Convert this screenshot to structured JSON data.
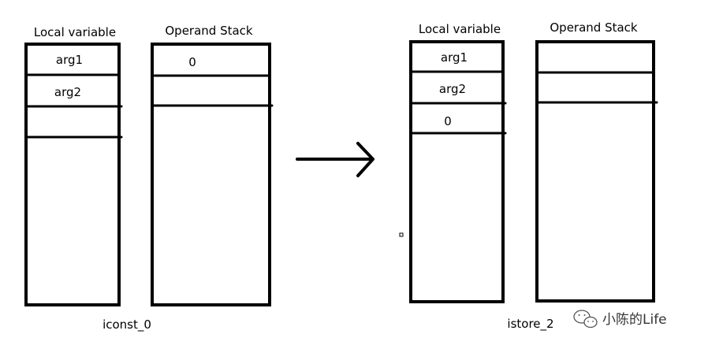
{
  "before": {
    "local_variable_title": "Local variable",
    "operand_stack_title": "Operand Stack",
    "local_cells": [
      "arg1",
      "arg2",
      ""
    ],
    "stack_cells": [
      "0",
      ""
    ],
    "instruction": "iconst_0"
  },
  "after": {
    "local_variable_title": "Local variable",
    "operand_stack_title": "Operand Stack",
    "local_cells": [
      "arg1",
      "arg2",
      "0"
    ],
    "stack_cells": [
      "",
      ""
    ],
    "instruction": "istore_2"
  },
  "watermark": {
    "text": "小陈的Life",
    "icon": "wechat-icon"
  },
  "colors": {
    "ink": "#000000",
    "background": "#ffffff",
    "watermark": "#333333"
  }
}
